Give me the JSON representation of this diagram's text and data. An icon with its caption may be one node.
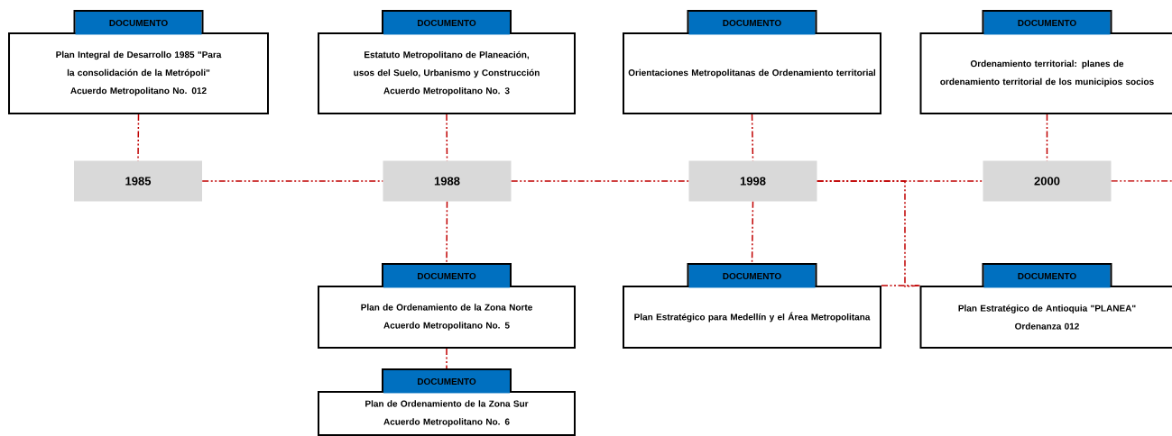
{
  "diagram": {
    "nodes": [
      {
        "text": [
          "DOCUMENTO",
          "Plan Integral de Desarrollo 1985 \"Para la consolidación de la Metrópoli\"",
          "Acuerdo Metropolitano No. 012"
        ]
      },
      {
        "text": [
          "DOCUMENTO",
          "Estatuto Metropolitano de Planeación, usos del Suelo, Urbanismo y Construcción",
          "Acuerdo Metropolitano No. 3"
        ]
      },
      {
        "text": [
          "DOCUMENTO",
          "Orientaciones Metropolitanas de Ordenamiento territorial"
        ]
      },
      {
        "text": [
          "DOCUMENTO",
          "Ordenamiento territorial: planes de ordenamiento territorial de los municipios socios"
        ]
      },
      {
        "text": [
          "1985"
        ]
      },
      {
        "text": [
          "1988"
        ]
      },
      {
        "text": [
          "1998"
        ]
      },
      {
        "text": [
          "2000"
        ]
      },
      {
        "text": [
          "DOCUMENTO",
          "Plan de Ordenamiento de la Zona Norte",
          "Acuerdo Metropolitano No. 5"
        ]
      },
      {
        "text": [
          "DOCUMENTO",
          "Plan Estratégico para Medellín y el Área Metropolitana"
        ]
      },
      {
        "text": [
          "DOCUMENTO",
          "Plan Estratégico de Antioquia \"PLANEA\"",
          "Ordenanza 012"
        ]
      },
      {
        "text": [
          "DOCUMENTO",
          "Plan de Ordenamiento de la Zona Sur",
          "Acuerdo Metropolitano No. 6"
        ]
      }
    ],
    "edges": [
      {
        "from": 0,
        "to": 4,
        "arrow": "none"
      },
      {
        "from": 1,
        "to": 5,
        "arrow": "none"
      },
      {
        "from": 2,
        "to": 6,
        "arrow": "none"
      },
      {
        "from": 3,
        "to": 7,
        "arrow": "none"
      },
      {
        "from": 4,
        "to": 5,
        "arrow": "none"
      },
      {
        "from": 5,
        "to": 6,
        "arrow": "none"
      },
      {
        "from": 6,
        "to": 7,
        "arrow": "none"
      },
      {
        "from": 7,
        "to": null,
        "arrow": "none"
      },
      {
        "from": 5,
        "to": 8,
        "arrow": "none"
      },
      {
        "from": 8,
        "to": 11,
        "arrow": "none"
      },
      {
        "from": 6,
        "to": 9,
        "arrow": "none"
      },
      {
        "from": 6,
        "to": 10,
        "arrow": "none"
      },
      {
        "from": 9,
        "to": 10,
        "arrow": "none"
      }
    ]
  }
}
